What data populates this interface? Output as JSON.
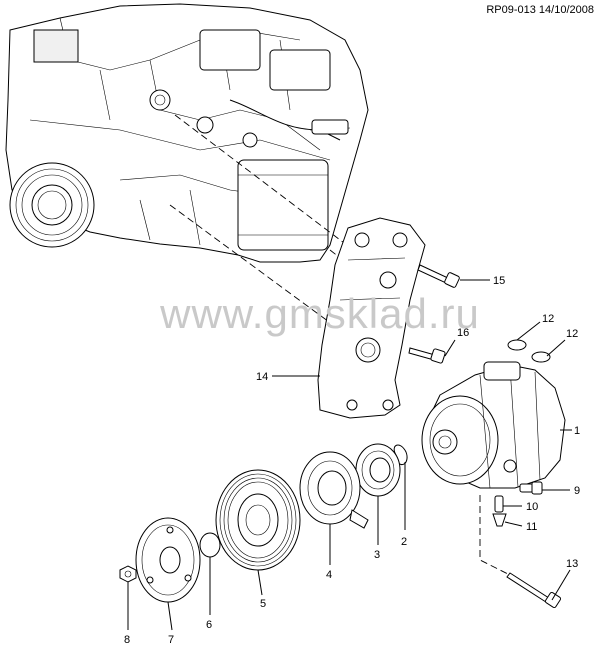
{
  "header": {
    "reference": "RP09-013 14/10/2008"
  },
  "watermark": {
    "text": "www.gmsklad.ru"
  },
  "callouts": [
    {
      "id": "1",
      "label": "1"
    },
    {
      "id": "2",
      "label": "2"
    },
    {
      "id": "3",
      "label": "3"
    },
    {
      "id": "4",
      "label": "4"
    },
    {
      "id": "5",
      "label": "5"
    },
    {
      "id": "6",
      "label": "6"
    },
    {
      "id": "7",
      "label": "7"
    },
    {
      "id": "8",
      "label": "8"
    },
    {
      "id": "9",
      "label": "9"
    },
    {
      "id": "10",
      "label": "10"
    },
    {
      "id": "11",
      "label": "11"
    },
    {
      "id": "12a",
      "label": "12"
    },
    {
      "id": "12b",
      "label": "12"
    },
    {
      "id": "13",
      "label": "13"
    },
    {
      "id": "14",
      "label": "14"
    },
    {
      "id": "15",
      "label": "15"
    },
    {
      "id": "16",
      "label": "16"
    }
  ]
}
